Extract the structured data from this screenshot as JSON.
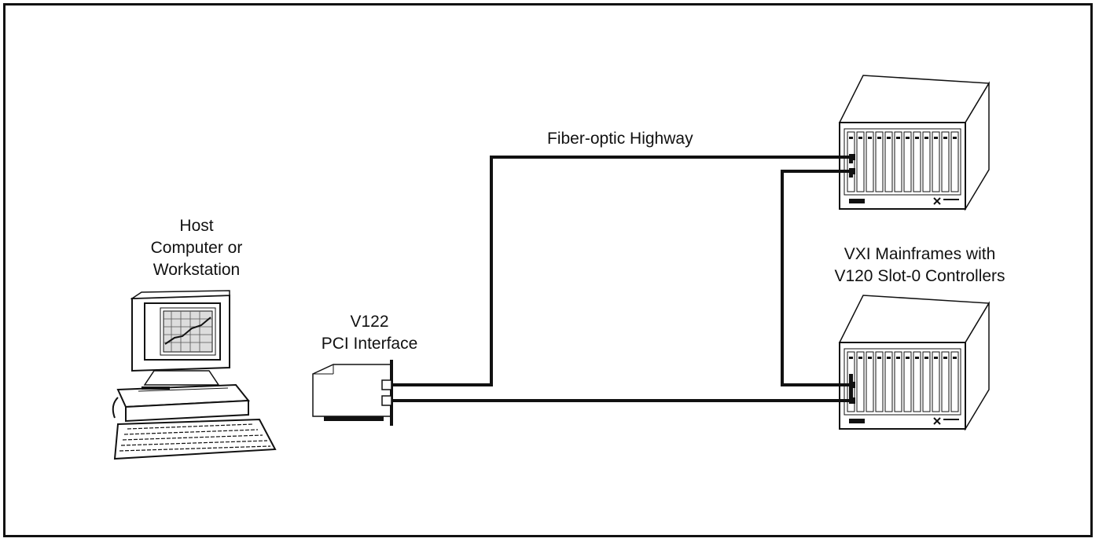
{
  "labels": {
    "host": [
      "Host",
      "Computer or",
      "Workstation"
    ],
    "interface": [
      "V122",
      "PCI Interface"
    ],
    "highway": "Fiber-optic Highway",
    "mainframes": [
      "VXI Mainframes with",
      "V120 Slot-0 Controllers"
    ]
  },
  "colors": {
    "line": "#111111",
    "background": "#ffffff"
  },
  "icons": [
    "computer-workstation-icon",
    "pci-card-icon",
    "vxi-mainframe-icon"
  ]
}
